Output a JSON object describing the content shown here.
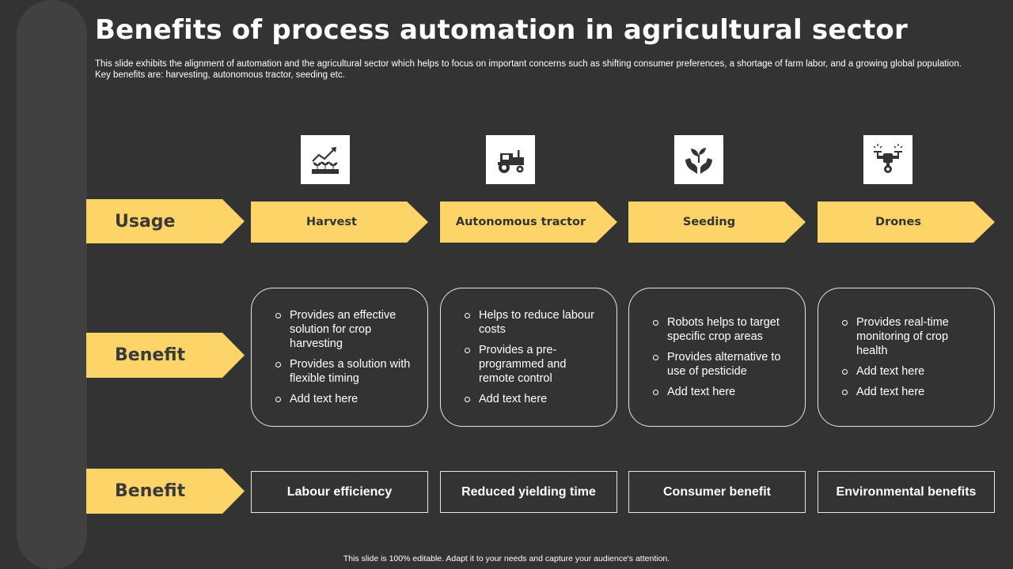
{
  "title": "Benefits of process automation in agricultural sector",
  "subtitle": "This slide exhibits the alignment of automation and the agricultural sector which helps to focus on important concerns such as shifting consumer preferences, a shortage of farm labor, and a growing global population. Key benefits are: harvesting, autonomous tractor, seeding etc.",
  "row_labels": {
    "usage": "Usage",
    "benefit": "Benefit",
    "benefit2": "Benefit"
  },
  "columns": [
    {
      "icon": "growth-plant-icon",
      "usage": "Harvest",
      "bullets": [
        "Provides an effective solution for crop harvesting",
        "Provides a solution with flexible timing",
        "Add text here"
      ],
      "outcome": "Labour efficiency"
    },
    {
      "icon": "tractor-icon",
      "usage": "Autonomous tractor",
      "bullets": [
        "Helps to reduce labour costs",
        "Provides a pre-programmed and remote control",
        "Add text here"
      ],
      "outcome": "Reduced yielding time"
    },
    {
      "icon": "hands-seedling-icon",
      "usage": "Seeding",
      "bullets": [
        "Robots helps to target specific crop areas",
        "Provides alternative to use of pesticide",
        "Add text here"
      ],
      "outcome": "Consumer benefit"
    },
    {
      "icon": "drone-icon",
      "usage": "Drones",
      "bullets": [
        "Provides real-time monitoring of crop health",
        "Add text here",
        "Add text here"
      ],
      "outcome": "Environmental benefits"
    }
  ],
  "footer": "This slide is 100% editable.  Adapt it to your needs and capture your audience's attention.",
  "colors": {
    "background": "#333333",
    "accent": "#FCD468",
    "rail": "#414141"
  }
}
